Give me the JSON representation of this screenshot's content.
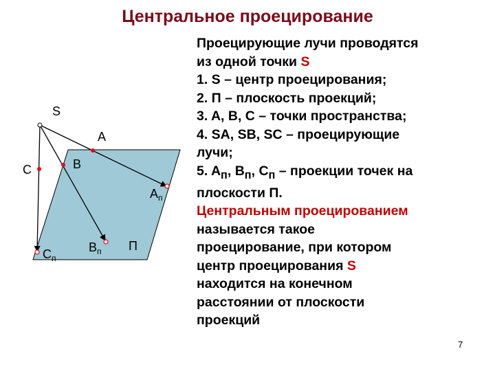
{
  "title": "Центральное проецирование",
  "colors": {
    "title": "#7a0a1a",
    "accent_red": "#c00000",
    "plane_fill": "#9fc9d6",
    "point_red": "#e8001c"
  },
  "diagram": {
    "labels": {
      "S": "S",
      "A": "A",
      "B": "B",
      "C": "C",
      "A_proj": "A",
      "B_proj": "B",
      "C_proj": "C",
      "proj_subscript": "п",
      "plane": "П"
    }
  },
  "text": {
    "intro_1": "Проецирующие лучи проводятся",
    "intro_2": "из одной точки ",
    "intro_S": "S",
    "item_1": "1. S – центр проецирования;",
    "item_2": "2. П – плоскость проекций;",
    "item_3": "3. A, B, C – точки пространства;",
    "item_4a": "4. SA, SB, SC – проецирующие",
    "item_4b": "лучи;",
    "item_5a_prefix": "5. A",
    "item_5a_sep1": ", B",
    "item_5a_sep2": ", C",
    "item_5a_suffix": " – проекции точек на",
    "sub_p": "п",
    "item_5b": "плоскости П.",
    "def_1": "Центральным проецированием",
    "def_2": "называется такое",
    "def_3": "проецирование, при котором",
    "def_4": "центр проецирования  ",
    "def_4_S": "S",
    "def_5": "находится на конечном",
    "def_6": "расстоянии от плоскости",
    "def_7": "проекций"
  },
  "page_number": "7"
}
